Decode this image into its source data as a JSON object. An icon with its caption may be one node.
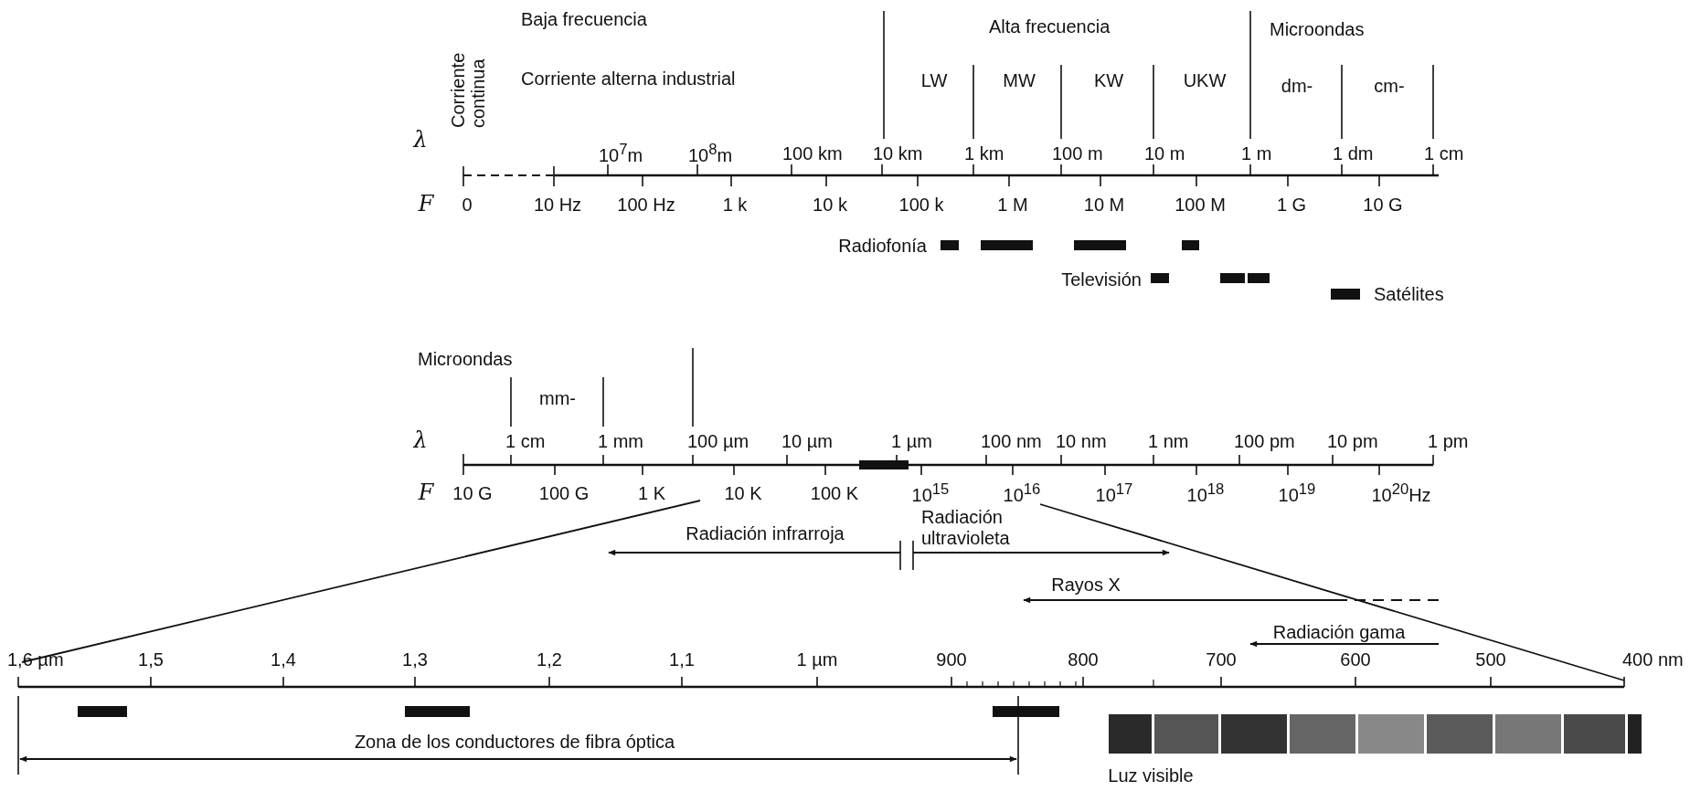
{
  "diagram": {
    "labels": [
      "Baja frecuencia",
      "Alta frecuencia",
      "Microondas",
      "Corriente continua",
      "Corriente alterna industrial",
      "LW",
      "MW",
      "KW",
      "UKW",
      "dm-",
      "cm-",
      "λ",
      "10$^{7}$m",
      "10$^{8}$m",
      "100 km",
      "10 km",
      "1 km",
      "100 m",
      "10 m",
      "1 m",
      "1 dm",
      "1 cm",
      "F",
      "0",
      "10 Hz",
      "100 Hz",
      "1 k",
      "10 k",
      "100 k",
      "1 M",
      "10 M",
      "100 M",
      "1 G",
      "10 G",
      "Radiofonía",
      "Televisión",
      "Satélites",
      "Microondas",
      "mm-",
      "λ",
      "1 cm",
      "1 mm",
      "100 µm",
      "10 µm",
      "1 µm",
      "100 nm",
      "10 nm",
      "1 nm",
      "100 pm",
      "10 pm",
      "1 pm",
      "F",
      "10 G",
      "100 G",
      "1 K",
      "10 K",
      "100 K",
      "10$^{15}$",
      "10$^{16}$",
      "10$^{17}$",
      "10$^{18}$",
      "10$^{19}$",
      "10$^{20}$Hz",
      "Radiación infrarroja",
      "Radiación ultravioleta",
      "Rayos X",
      "Radiación gama",
      "1,6 µm",
      "1,5",
      "1,4",
      "1,3",
      "1,2",
      "1,1",
      "1 µm",
      "900",
      "800",
      "700",
      "600",
      "500",
      "400 nm",
      "Zona de los conductores de fibra óptica",
      "Luz visible"
    ]
  }
}
